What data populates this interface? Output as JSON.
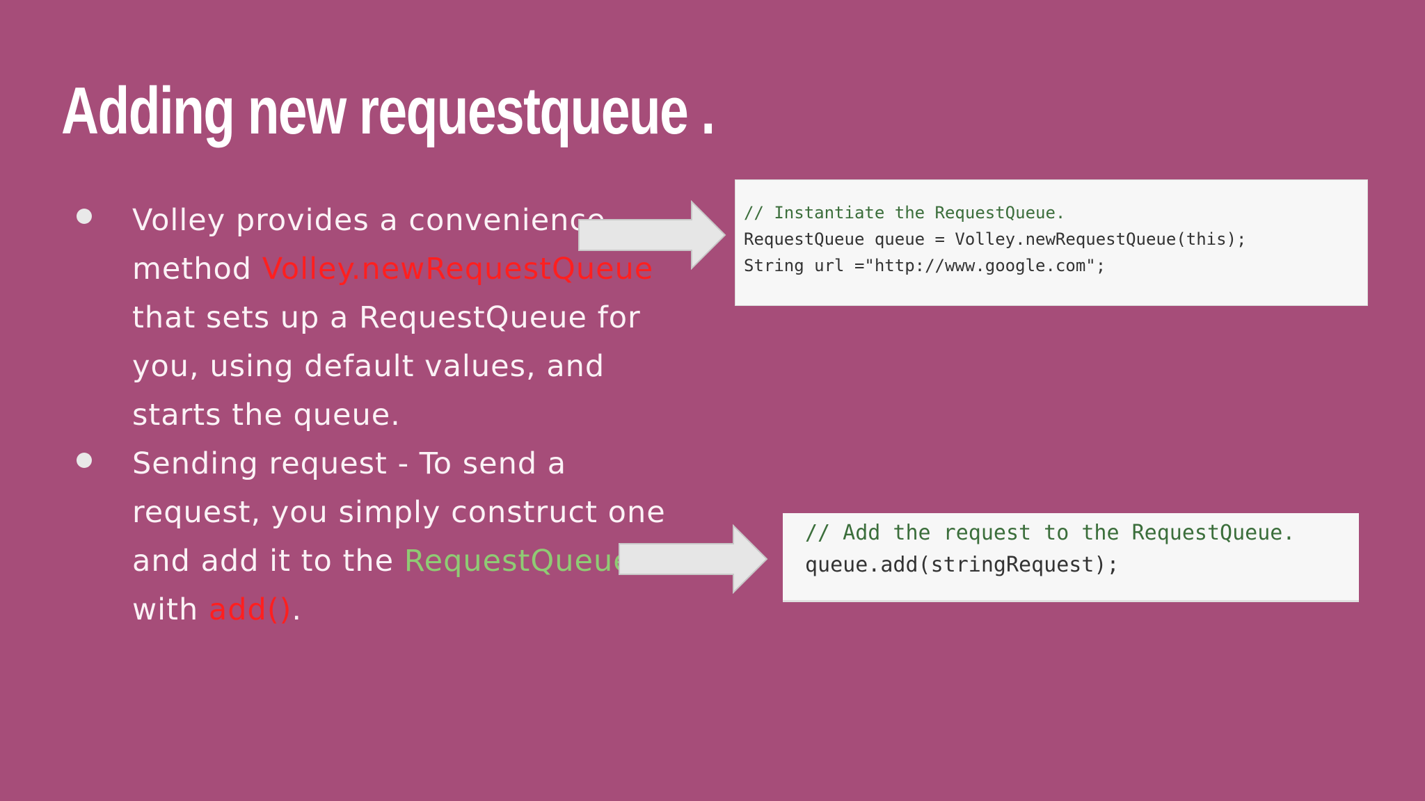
{
  "slide": {
    "title": "Adding new requestqueue ."
  },
  "bullets": [
    {
      "lines": [
        [
          {
            "t": "Volley provides a convenience"
          }
        ],
        [
          {
            "t": "method "
          },
          {
            "t": "Volley.newRequestQueue",
            "c": "red"
          }
        ],
        [
          {
            "t": "that sets up a RequestQueue for"
          }
        ],
        [
          {
            "t": "you, using default values, and"
          }
        ],
        [
          {
            "t": "starts the queue."
          }
        ]
      ]
    },
    {
      "lines": [
        [
          {
            "t": "Sending request - To send a"
          }
        ],
        [
          {
            "t": "request, you simply construct one"
          }
        ],
        [
          {
            "t": "and add it to the "
          },
          {
            "t": "RequestQueue",
            "c": "green"
          }
        ],
        [
          {
            "t": "with "
          },
          {
            "t": "add()",
            "c": "red"
          },
          {
            "t": "."
          }
        ]
      ]
    }
  ],
  "code_block_1": {
    "comment": "// Instantiate the RequestQueue.",
    "line2": "RequestQueue queue = Volley.newRequestQueue(this);",
    "line3": "String url =\"http://www.google.com\";"
  },
  "code_block_2": {
    "comment": "// Add the request to the RequestQueue.",
    "line2": "queue.add(stringRequest);"
  },
  "colors": {
    "background": "#a64d79",
    "highlight_red": "#ff1f1f",
    "highlight_green": "#8fcb74",
    "arrow": "#e6e6e6"
  }
}
